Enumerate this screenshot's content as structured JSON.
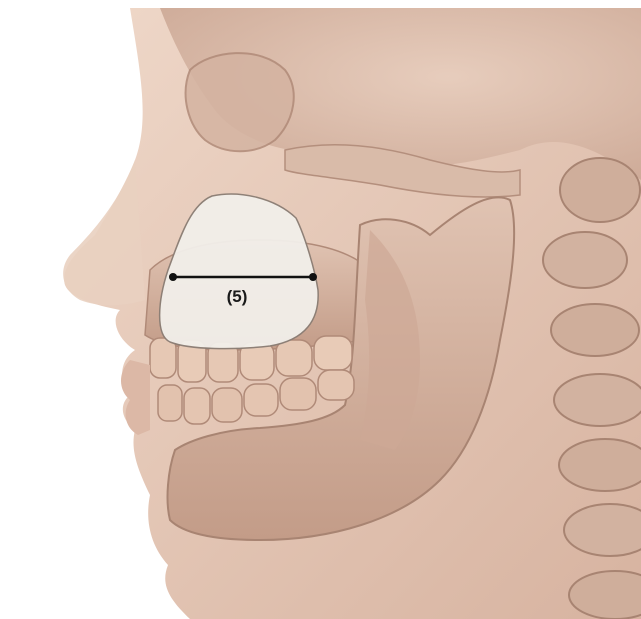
{
  "illustration": {
    "subject": "skull-and-face-profile-left",
    "icon": "anatomy-illustration"
  },
  "highlight": {
    "color": "#f2efea",
    "outline": "#8a7d74"
  },
  "measurement": {
    "label": "(5)",
    "line_color": "#111111"
  },
  "palette": {
    "skin": "#e8cdbb",
    "skin_shadow": "#caa28e",
    "bone": "#d8b8a6",
    "bone_dark": "#b48f7d",
    "teeth": "#e6c8b4"
  }
}
